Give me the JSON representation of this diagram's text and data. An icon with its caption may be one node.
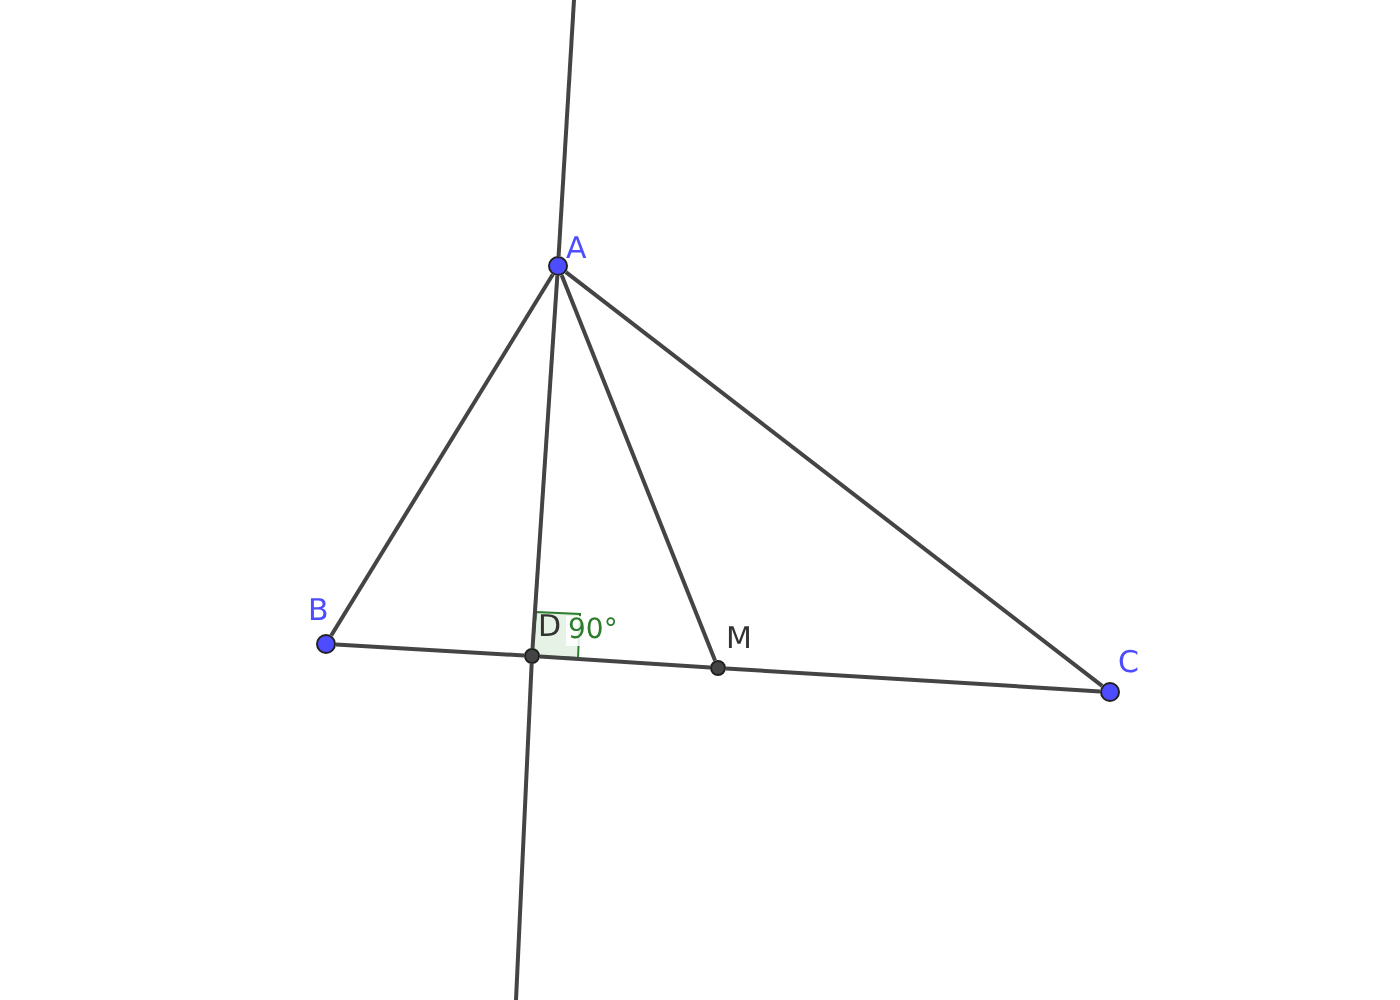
{
  "diagram": {
    "nodes": [
      {
        "text": [],
        "shape": "circle",
        "beside": [
          "A"
        ]
      },
      {
        "text": [],
        "shape": "circle",
        "beside": [
          "B"
        ]
      },
      {
        "text": [],
        "shape": "circle",
        "beside": [
          "C"
        ]
      },
      {
        "text": [],
        "shape": "circle",
        "beside": [
          "D"
        ]
      },
      {
        "text": [],
        "shape": "circle",
        "beside": [
          "M"
        ]
      }
    ],
    "edges": [
      {
        "from": 0,
        "to": 1,
        "arrow": "none"
      },
      {
        "from": 0,
        "to": 2,
        "arrow": "none"
      },
      {
        "from": 1,
        "to": 3,
        "arrow": "none"
      },
      {
        "from": 3,
        "to": 4,
        "arrow": "none"
      },
      {
        "from": 4,
        "to": 2,
        "arrow": "none"
      },
      {
        "from": 0,
        "to": 3,
        "arrow": "none"
      },
      {
        "from": 0,
        "to": 4,
        "arrow": "none"
      },
      {
        "from": null,
        "to": 0,
        "arrow": "none"
      },
      {
        "from": 3,
        "to": null,
        "arrow": "none"
      }
    ],
    "labels": [
      "90°"
    ]
  }
}
